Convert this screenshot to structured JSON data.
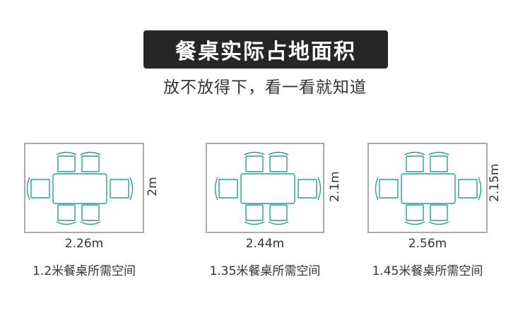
{
  "header": {
    "title": "餐桌实际占地面积",
    "subtitle": "放不放得下，看一看就知道"
  },
  "colors": {
    "banner_bg": "#262626",
    "furniture_stroke": "#2a9d8f",
    "room_border": "#aaaaaa"
  },
  "panels": [
    {
      "width_label": "2.26m",
      "height_label": "2m",
      "caption": "1.2米餐桌所需空间"
    },
    {
      "width_label": "2.44m",
      "height_label": "2.1m",
      "caption": "1.35米餐桌所需空间"
    },
    {
      "width_label": "2.56m",
      "height_label": "2.15m",
      "caption": "1.45米餐桌所需空间"
    }
  ]
}
